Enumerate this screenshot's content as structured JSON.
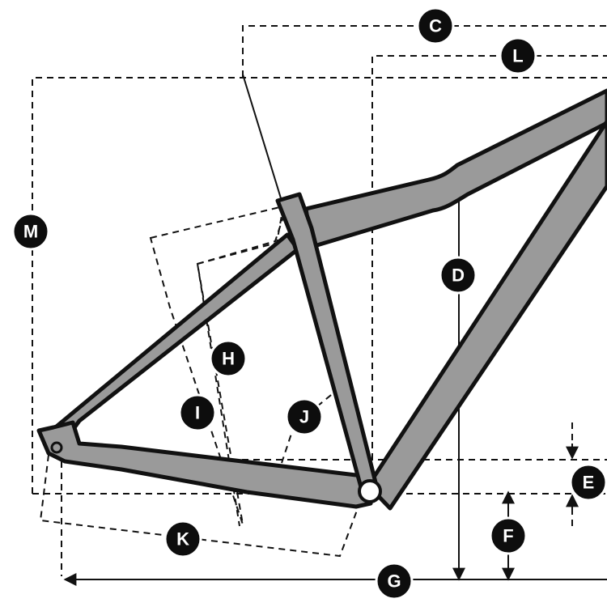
{
  "colors": {
    "frame_fill": "#9a9a9a",
    "frame_stroke": "#111111",
    "badge_fill": "#0d0d0d",
    "badge_text": "#ffffff"
  },
  "labels": {
    "C": "C",
    "L": "L",
    "M": "M",
    "D": "D",
    "H": "H",
    "I": "I",
    "J": "J",
    "E": "E",
    "F": "F",
    "K": "K",
    "G": "G"
  }
}
